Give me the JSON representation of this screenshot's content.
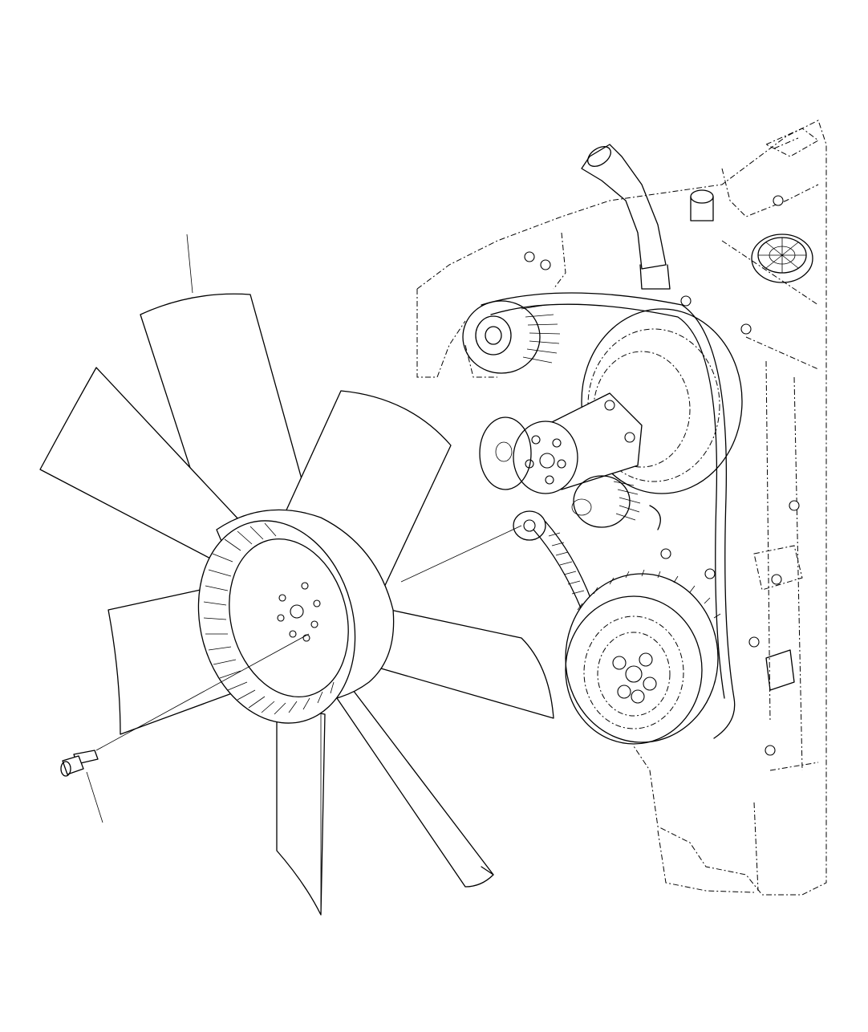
{
  "diagram": {
    "parts": [
      {
        "id": "fan",
        "name": "fan-blade-assembly"
      },
      {
        "id": "bolt",
        "name": "mounting-bolt"
      },
      {
        "id": "engine",
        "name": "engine-front-drive"
      }
    ],
    "colors": {
      "line": "#000000",
      "background": "#ffffff"
    }
  }
}
